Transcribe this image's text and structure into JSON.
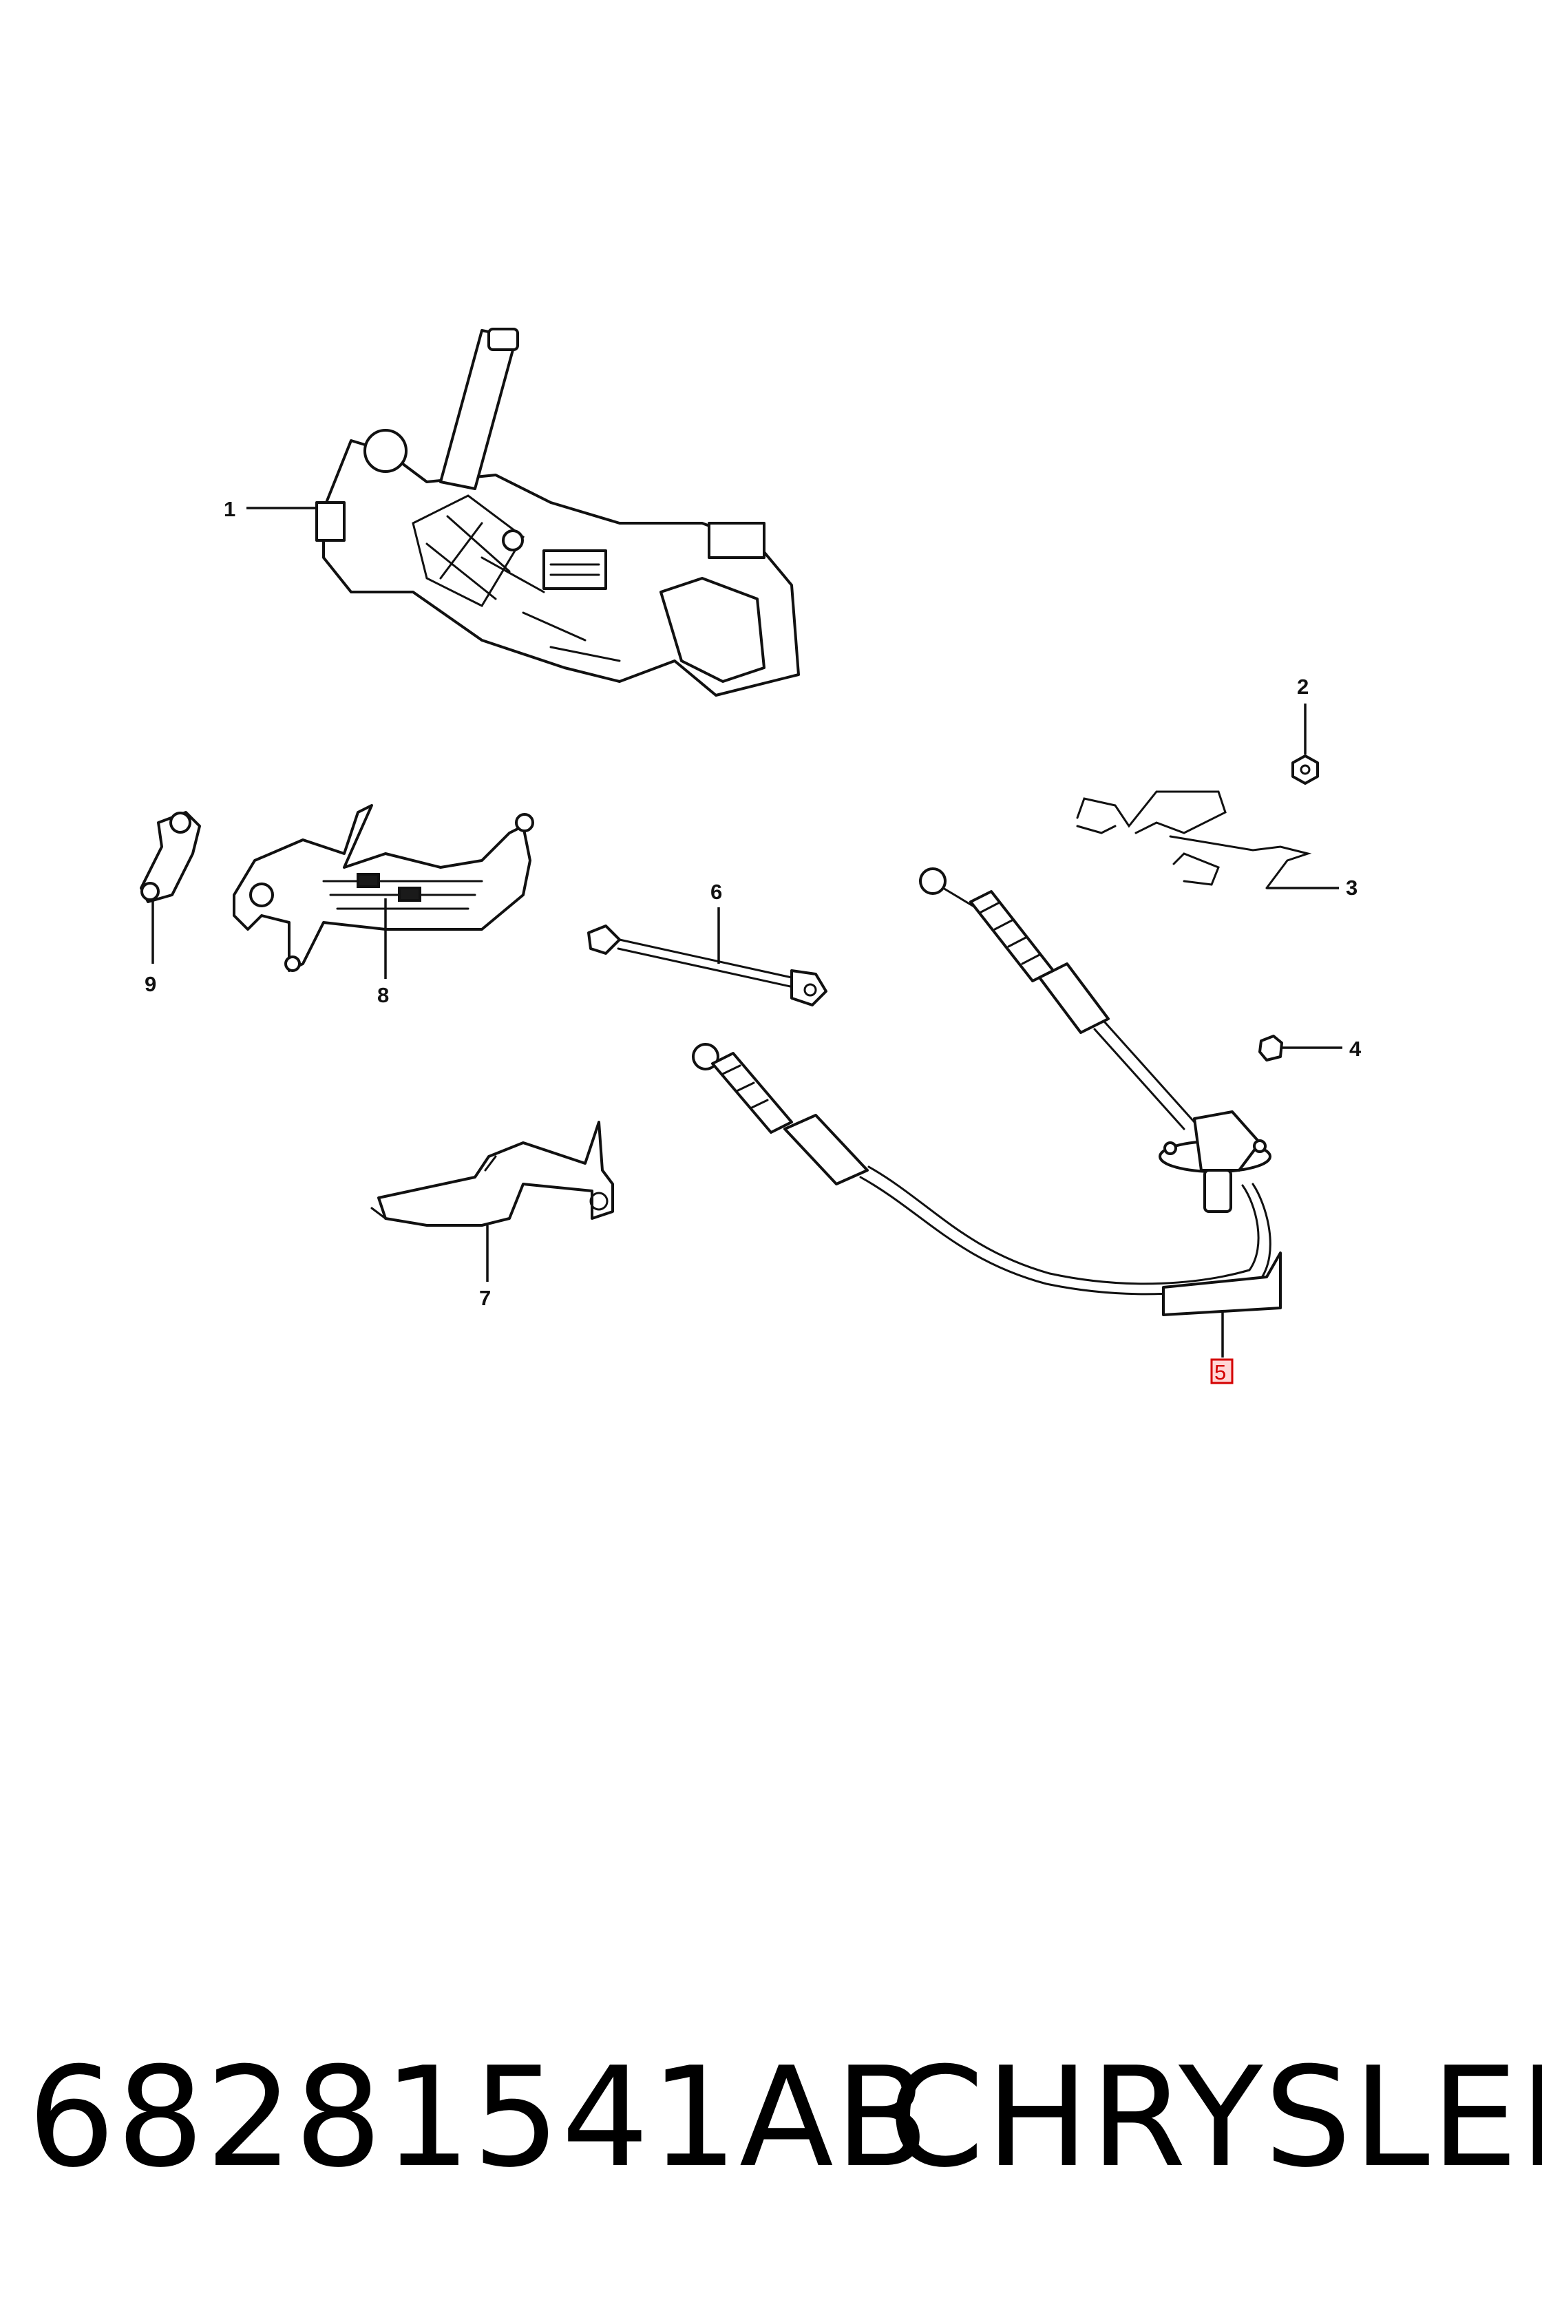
{
  "callouts": [
    {
      "id": "1",
      "label": "1",
      "highlighted": false
    },
    {
      "id": "2",
      "label": "2",
      "highlighted": false
    },
    {
      "id": "3",
      "label": "3",
      "highlighted": false
    },
    {
      "id": "4",
      "label": "4",
      "highlighted": false
    },
    {
      "id": "5",
      "label": "5",
      "highlighted": true
    },
    {
      "id": "6",
      "label": "6",
      "highlighted": false
    },
    {
      "id": "7",
      "label": "7",
      "highlighted": false
    },
    {
      "id": "8",
      "label": "8",
      "highlighted": false
    },
    {
      "id": "9",
      "label": "9",
      "highlighted": false
    }
  ],
  "caption": {
    "part_number": "68281541AB",
    "manufacturer": "CHRYSLER"
  },
  "colors": {
    "line": "#111111",
    "highlight_fill": "#ffd6d6",
    "highlight_stroke": "#d40000"
  }
}
